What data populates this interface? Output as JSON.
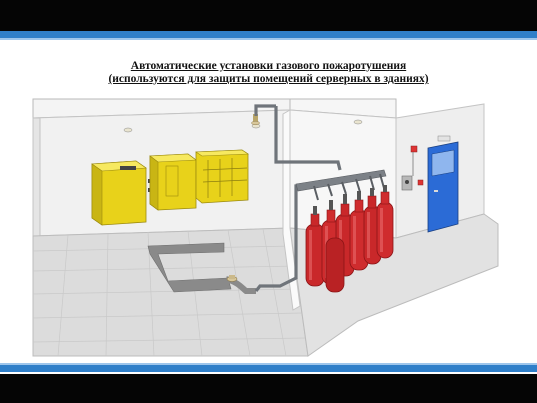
{
  "title": {
    "line1": "Автоматические установки газового пожаротушения",
    "line2": "(используются для защиты помещений серверных в зданиях)"
  },
  "colors": {
    "accent_stripe": "#2f7fc9",
    "frame_bar": "#050505",
    "cylinder": "#d42a2a",
    "equipment": "#f2dd1c",
    "door": "#2b6bd6",
    "pipe": "#6f747a"
  },
  "diagram": {
    "cylinder_count": 7,
    "yellow_cabinet_count": 3,
    "icons": [
      "smoke-detector-icon",
      "nozzle-icon",
      "control-panel-icon",
      "alarm-light-icon"
    ]
  }
}
